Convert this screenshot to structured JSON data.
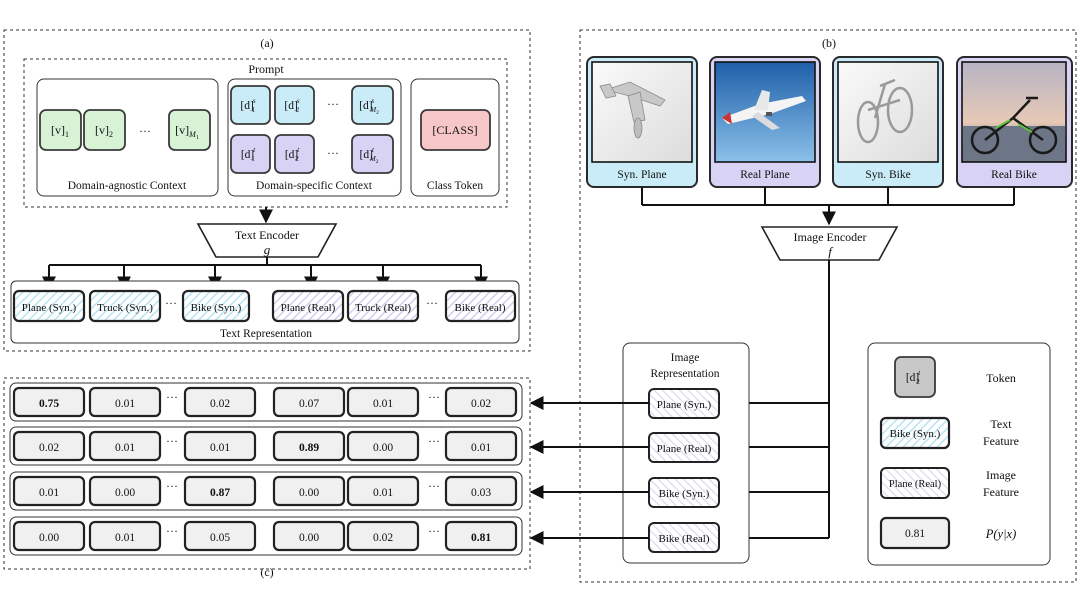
{
  "panel_a": {
    "label": "(a)",
    "prompt_title": "Prompt",
    "agnostic": {
      "caption": "Domain-agnostic Context",
      "tokens": [
        "[v]",
        "[v]",
        "[v]"
      ],
      "subs": [
        "1",
        "2",
        "M",
        "1"
      ],
      "dots": "···"
    },
    "specific": {
      "caption": "Domain-specific Context",
      "source_tokens": [
        "[d]",
        "[d]",
        "[d]"
      ],
      "target_tokens": [
        "[d]",
        "[d]",
        "[d]"
      ],
      "source_sup": "s",
      "target_sup": "t",
      "subs": [
        "1",
        "2",
        "M",
        "2"
      ],
      "dots": "···"
    },
    "class_token": {
      "caption": "Class Token",
      "text": "[CLASS]"
    },
    "encoder": {
      "name": "Text Encoder",
      "symbol": "g"
    },
    "text_rep": {
      "caption": "Text Representation",
      "items": [
        "Plane (Syn.)",
        "Truck (Syn.)",
        "Bike (Syn.)",
        "Plane (Real)",
        "Truck (Real)",
        "Bike (Real)"
      ],
      "dots": "···"
    }
  },
  "panel_b": {
    "label": "(b)",
    "images": [
      {
        "caption": "Syn. Plane",
        "domain": "syn"
      },
      {
        "caption": "Real Plane",
        "domain": "real"
      },
      {
        "caption": "Syn. Bike",
        "domain": "syn"
      },
      {
        "caption": "Real Bike",
        "domain": "real"
      }
    ],
    "encoder": {
      "name": "Image Encoder",
      "symbol": "f"
    },
    "image_rep": {
      "caption_line1": "Image",
      "caption_line2": "Representation",
      "items": [
        "Plane (Syn.)",
        "Plane (Real)",
        "Bike (Syn.)",
        "Bike (Real)"
      ]
    },
    "legend": {
      "token": {
        "base": "[d]",
        "sup": "t",
        "sub": "2",
        "label": "Token"
      },
      "text_feature": {
        "sample": "Bike (Syn.)",
        "label_line1": "Text",
        "label_line2": "Feature"
      },
      "image_feature": {
        "sample": "Plane (Real)",
        "label_line1": "Image",
        "label_line2": "Feature"
      },
      "prob": {
        "sample": "0.81",
        "label": "P(y|x)"
      }
    }
  },
  "panel_c": {
    "label": "(c)",
    "dots": "···",
    "rows": [
      [
        "0.75",
        "0.01",
        "0.02",
        "0.07",
        "0.01",
        "0.02"
      ],
      [
        "0.02",
        "0.01",
        "0.01",
        "0.89",
        "0.00",
        "0.01"
      ],
      [
        "0.01",
        "0.00",
        "0.87",
        "0.00",
        "0.01",
        "0.03"
      ],
      [
        "0.00",
        "0.01",
        "0.05",
        "0.00",
        "0.02",
        "0.81"
      ]
    ],
    "bold_index": [
      0,
      3,
      2,
      5
    ]
  },
  "colors": {
    "green": "#d8f2d6",
    "blue": "#c9ecf8",
    "purple": "#d8d2f4",
    "pink": "#f7c7c7",
    "gray_box": "#f0f0f0",
    "token_gray": "#c8c8c8",
    "stroke": "#222222"
  }
}
